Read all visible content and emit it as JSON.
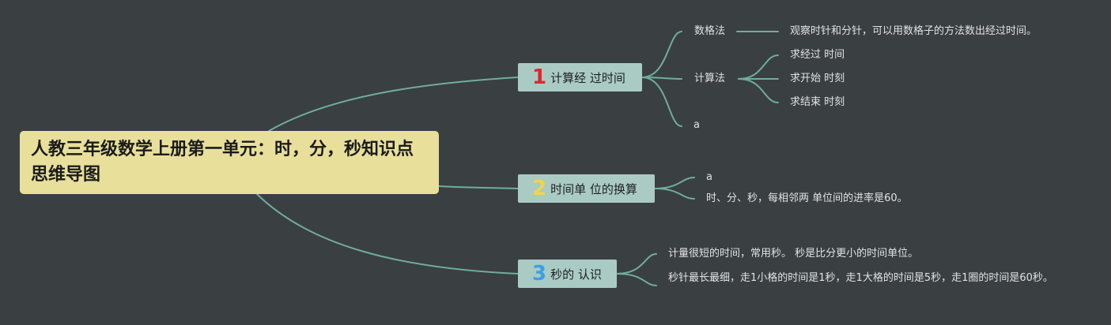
{
  "colors": {
    "background": "#3a3f42",
    "root_fill": "#e8e09a",
    "branch_fill": "#a9cbc4",
    "connector": "#6fae9a",
    "badge_1": "#e2262f",
    "badge_2": "#f0d548",
    "badge_3": "#3aa0e6"
  },
  "root": {
    "title": "人教三年级数学上册第一单元：时，分，秒知识点思维导图"
  },
  "branches": [
    {
      "badge": "1",
      "label": "计算经 过时间",
      "children": [
        {
          "label": "数格法",
          "detail": "观察时针和分针，可以用数格子的方法数出经过时间。"
        },
        {
          "label": "计算法",
          "children": [
            "求经过 时间",
            "求开始 时刻",
            "求结束 时刻"
          ]
        },
        {
          "label": "a"
        }
      ]
    },
    {
      "badge": "2",
      "label": "时间单 位的换算",
      "children": [
        {
          "label": "a"
        },
        {
          "label": "时、分、秒，每相邻两 单位间的进率是60。"
        }
      ]
    },
    {
      "badge": "3",
      "label": "秒的 认识",
      "children": [
        {
          "label": "计量很短的时间，常用秒。 秒是比分更小的时间单位。"
        },
        {
          "label": "秒针最长最细，走1小格的时间是1秒，走1大格的时间是5秒，走1圈的时间是60秒。"
        }
      ]
    }
  ]
}
